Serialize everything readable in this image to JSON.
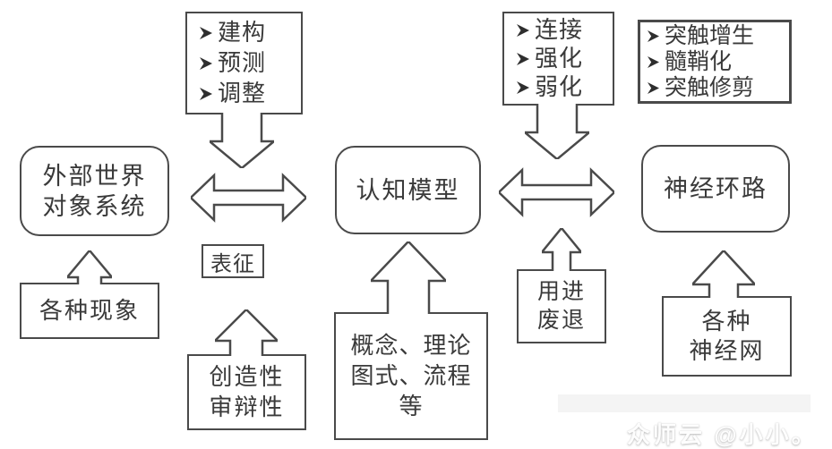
{
  "colors": {
    "background": "#ffffff",
    "line": "#4a4a4a",
    "text": "#3a3a3a",
    "watermark_text": "#fdfdfd"
  },
  "boxes": {
    "construct": {
      "items": [
        "建构",
        "预测",
        "调整"
      ]
    },
    "connect": {
      "items": [
        "连接",
        "强化",
        "弱化"
      ]
    },
    "synapse": {
      "items": [
        "突触增生",
        "髓鞘化",
        "突触修剪"
      ]
    },
    "external_world": {
      "line1": "外部世界",
      "line2": "对象系统"
    },
    "cognitive_model": {
      "label": "认知模型"
    },
    "neural_circuit": {
      "label": "神经环路"
    },
    "representation": {
      "label": "表征"
    },
    "phenomena": {
      "label": "各种现象"
    },
    "creativity": {
      "line1": "创造性",
      "line2": "审辩性"
    },
    "concepts": {
      "line1": "概念、理论",
      "line2": "图式、流程",
      "line3": "等"
    },
    "use_disuse": {
      "line1": "用进",
      "line2": "废退"
    },
    "neural_nets": {
      "line1": "各种",
      "line2": "神经网"
    }
  },
  "watermark": {
    "text": "众师云 @小小。"
  }
}
